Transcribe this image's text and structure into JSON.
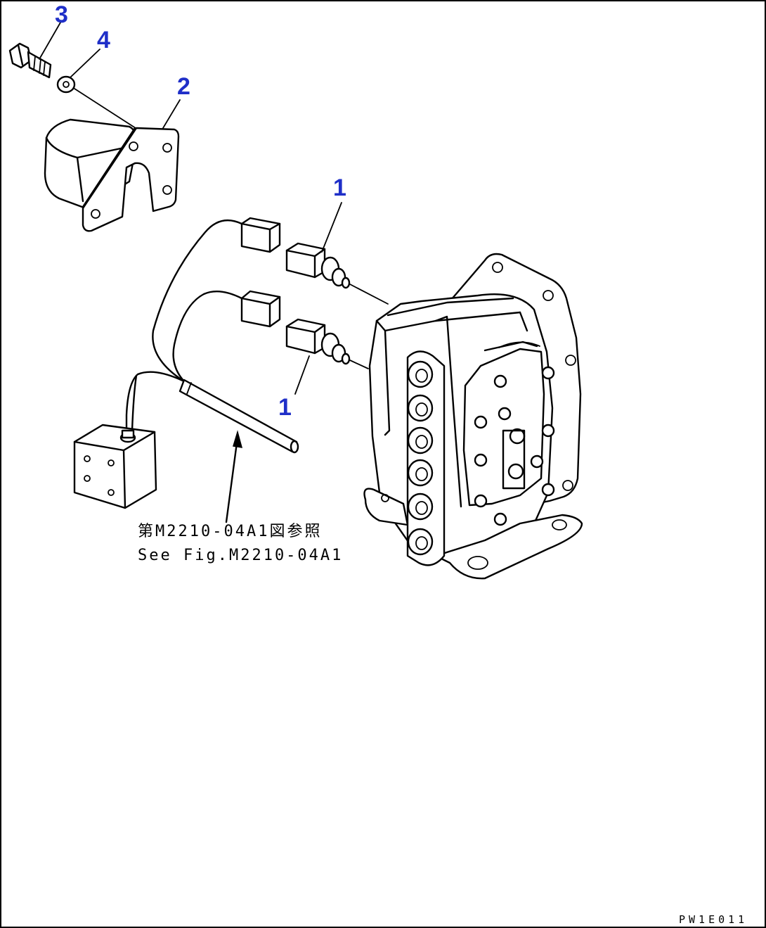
{
  "callouts": {
    "item_3": "3",
    "item_4": "4",
    "item_2": "2",
    "item_1_upper": "1",
    "item_1_lower": "1"
  },
  "reference": {
    "japanese": "第M2210-04A1図参照",
    "english": "See Fig.M2210-04A1"
  },
  "drawing_code": "PW1E011",
  "colors": {
    "callout": "#1f2fc8",
    "lines": "#000000",
    "background": "#ffffff"
  }
}
